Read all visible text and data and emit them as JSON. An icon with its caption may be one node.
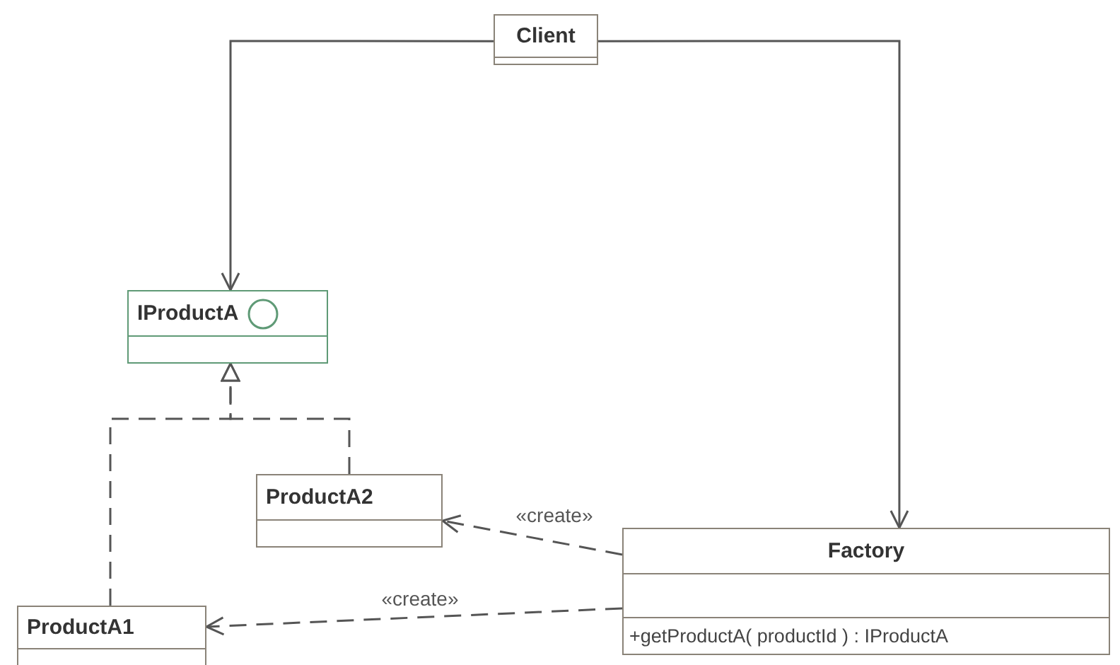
{
  "diagram": {
    "nodes": [
      {
        "text": [
          "Client"
        ]
      },
      {
        "text": [
          "IProductA"
        ]
      },
      {
        "text": [
          "ProductA2"
        ]
      },
      {
        "text": [
          "ProductA1"
        ]
      },
      {
        "text": [
          "Factory",
          "+getProductA( productId ) : IProductA"
        ]
      }
    ],
    "edges": [
      {
        "from": 0,
        "to": 1,
        "arrow": "to"
      },
      {
        "from": 0,
        "to": 4,
        "arrow": "to"
      },
      {
        "from": 2,
        "to": 1,
        "arrow": "to",
        "style": "dashed"
      },
      {
        "from": 3,
        "to": 1,
        "arrow": "to",
        "style": "dashed"
      },
      {
        "from": 4,
        "to": 2,
        "arrow": "to",
        "style": "dashed",
        "label": "«create»"
      },
      {
        "from": 4,
        "to": 3,
        "arrow": "to",
        "style": "dashed",
        "label": "«create»"
      }
    ]
  }
}
